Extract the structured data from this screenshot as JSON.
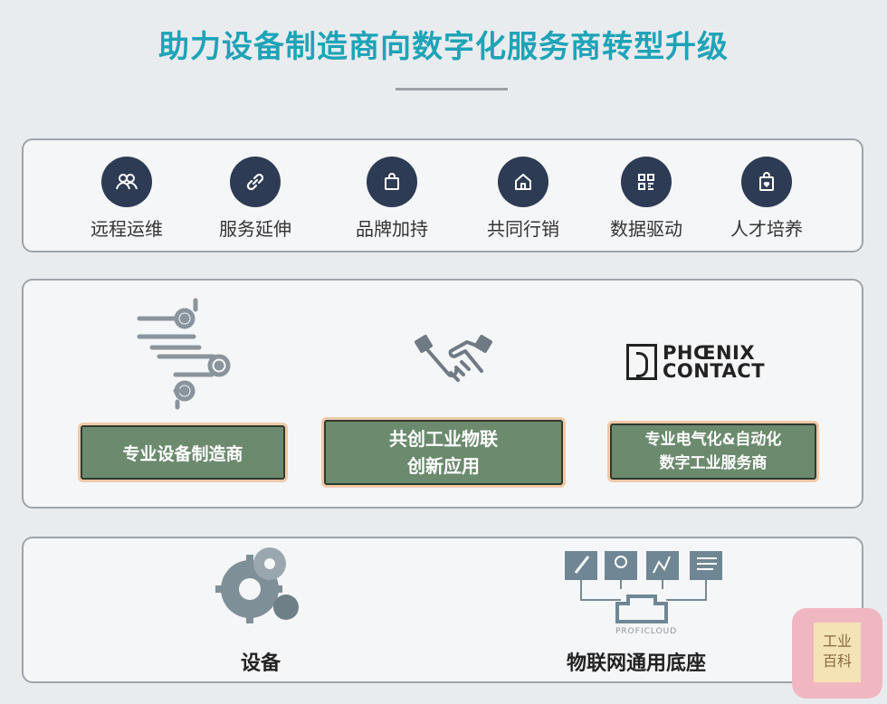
{
  "title": "助力设备制造商向数字化服务商转型升级",
  "features": [
    {
      "label": "远程运维",
      "icon": "people-icon"
    },
    {
      "label": "服务延伸",
      "icon": "link-icon"
    },
    {
      "label": "品牌加持",
      "icon": "shopping-bag-icon"
    },
    {
      "label": "共同行销",
      "icon": "house-icon"
    },
    {
      "label": "数据驱动",
      "icon": "qr-grid-icon"
    },
    {
      "label": "人才培养",
      "icon": "heart-bag-icon"
    }
  ],
  "middle": {
    "manufacturer": "专业设备制造商",
    "cocreate_line1": "共创工业物联",
    "cocreate_line2": "创新应用",
    "phoenix_line1": "专业电气化&自动化",
    "phoenix_line2": "数字工业服务商",
    "logo_line1": "PHŒNIX",
    "logo_line2": "CONTACT"
  },
  "bottom": {
    "equipment_label": "设备",
    "iot_label": "物联网通用底座",
    "cloud_text": "PROFICLOUD"
  },
  "watermark": {
    "line1": "工业",
    "line2": "百科"
  },
  "colors": {
    "title": "#1fa3b7",
    "icon_circle": "#2e3b55",
    "green_box": "#6b8a6e"
  }
}
